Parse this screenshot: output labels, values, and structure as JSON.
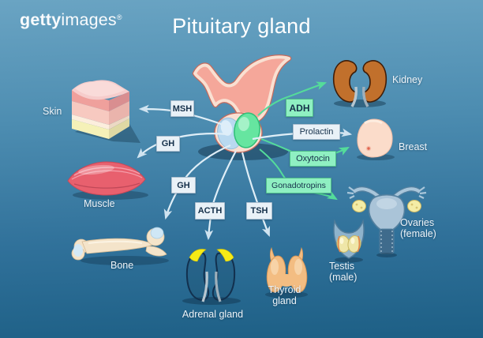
{
  "brand": {
    "bold": "getty",
    "light": "images",
    "reg": "®"
  },
  "title": "Pituitary gland",
  "hormones": {
    "msh": "MSH",
    "gh_muscle": "GH",
    "gh_bone": "GH",
    "acth": "ACTH",
    "tsh": "TSH",
    "adh": "ADH",
    "prolactin": "Prolactin",
    "oxytocin": "Oxytocin",
    "gonadotropins": "Gonadotropins"
  },
  "organs": {
    "skin": "Skin",
    "muscle": "Muscle",
    "bone": "Bone",
    "adrenal": "Adrenal gland",
    "thyroid_line1": "Thyroid",
    "thyroid_line2": "gland",
    "kidney": "Kidney",
    "breast": "Breast",
    "ovaries_line1": "Ovaries",
    "ovaries_line2": "(female)",
    "testis_line1": "Testis",
    "testis_line2": "(male)"
  },
  "colors": {
    "background_top": "#6aa4c3",
    "background_bottom": "#1d5f85",
    "hormone_label_bg": "#e9f1f7",
    "hormone_label_green_bg": "#8ff0c2",
    "hormone_label_text": "#15304a",
    "arrow_light": "#d9e9f3",
    "arrow_green": "#54dc9a",
    "organ_label_text": "#edf3f8",
    "title_text": "#ffffff",
    "pituitary_body": "#f5a79a",
    "anterior_lobe": "#b9d9f0",
    "posterior_lobe": "#66e5a0"
  }
}
